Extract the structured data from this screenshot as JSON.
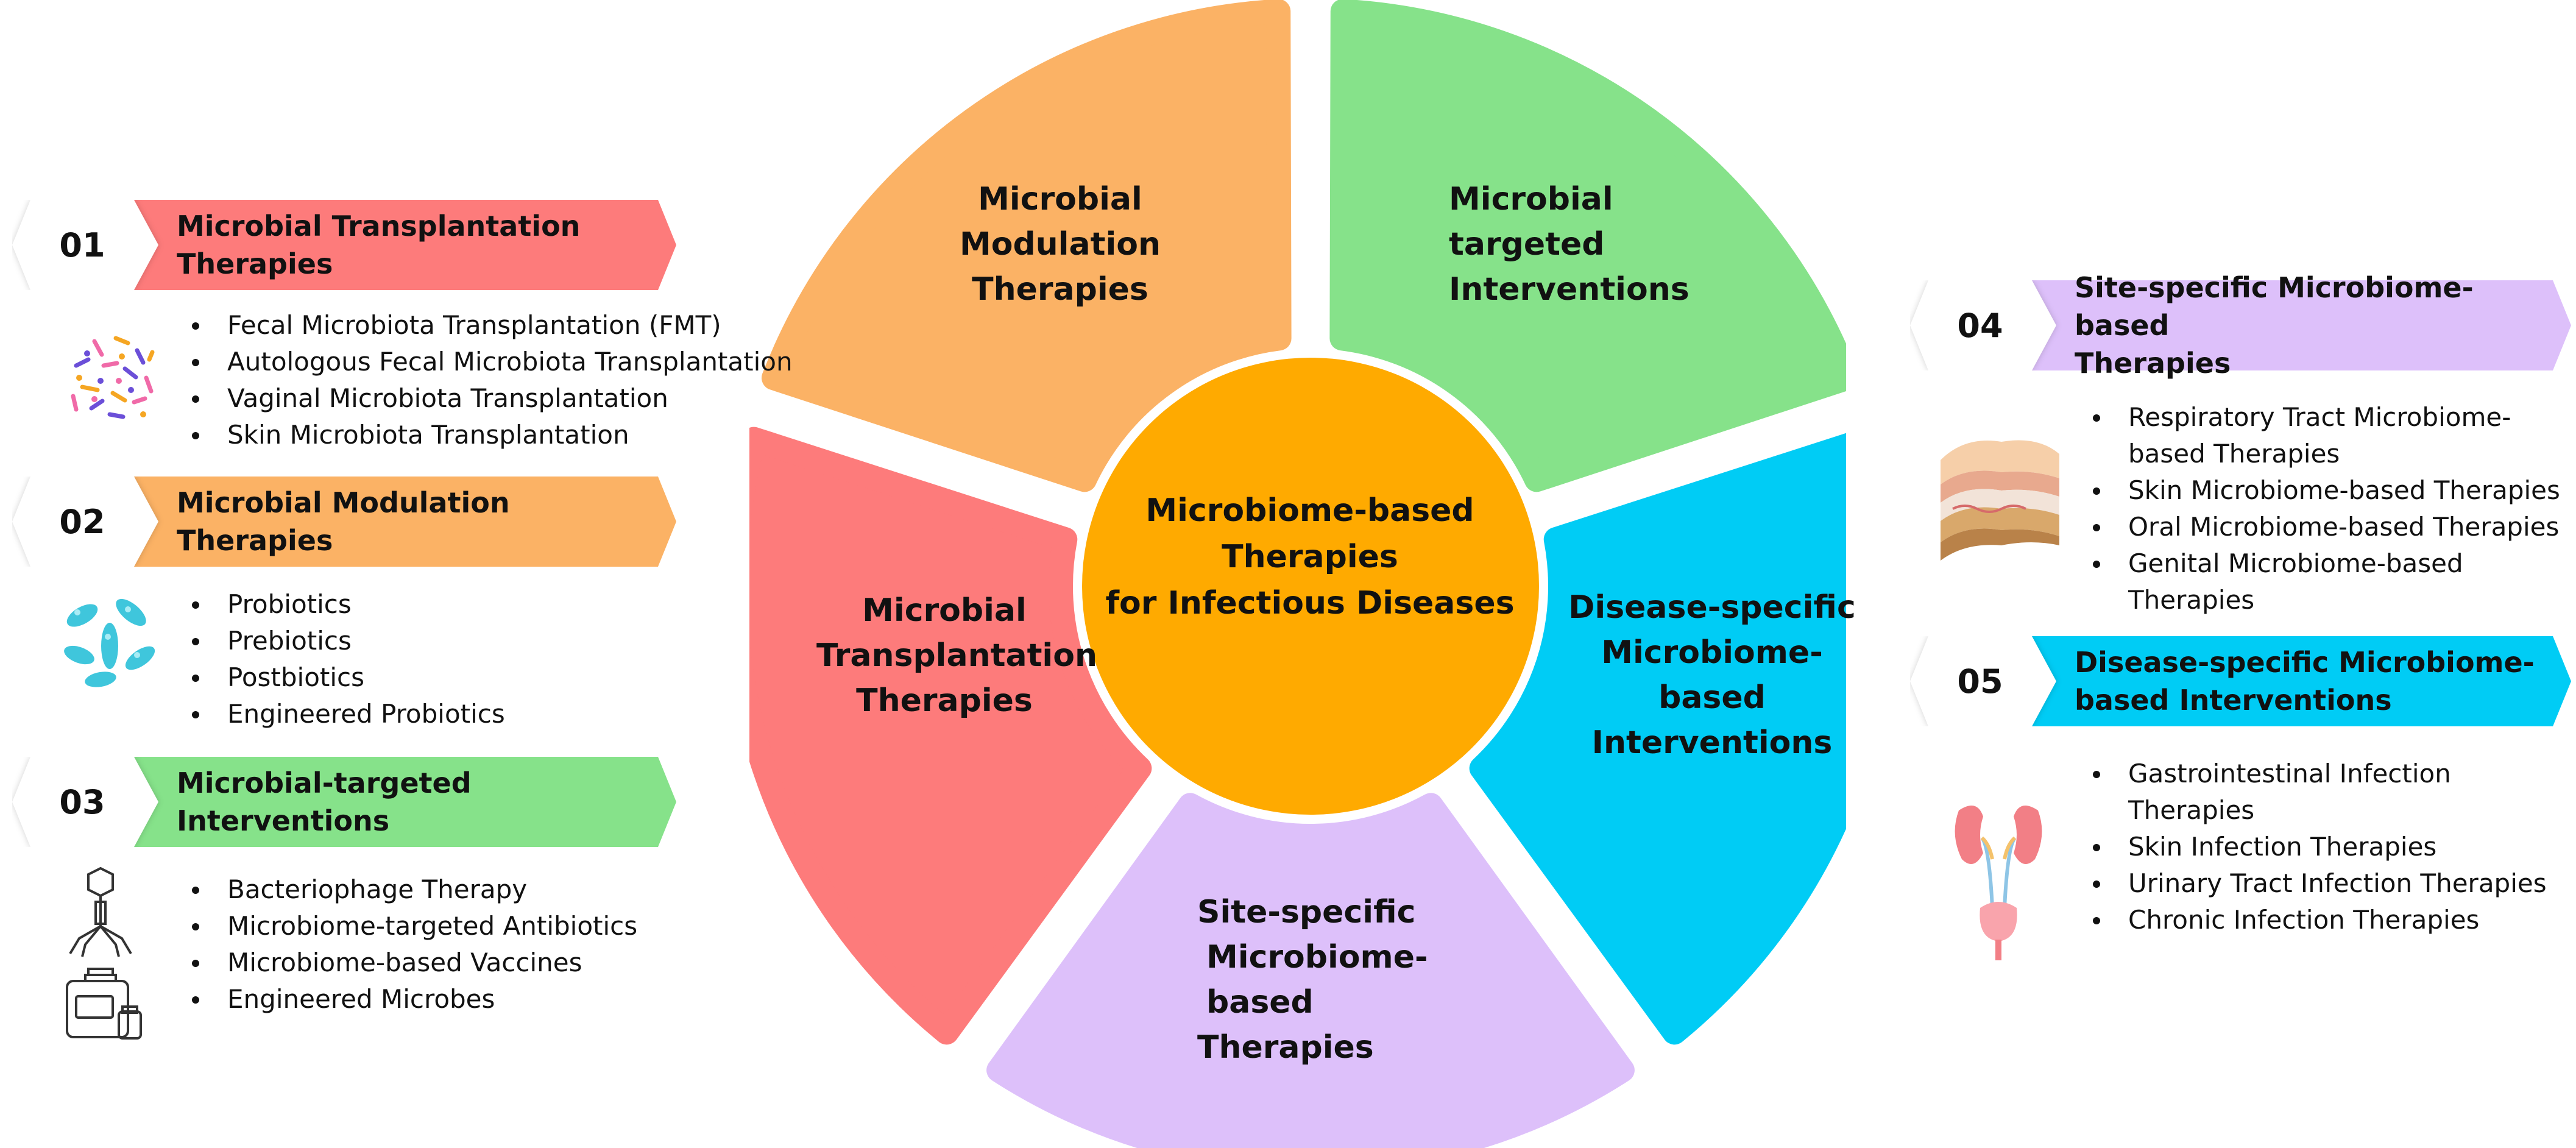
{
  "center": {
    "line1": "Microbiome-based",
    "line2": "Therapies",
    "line3": "for Infectious Diseases",
    "color": "#FFAA00"
  },
  "segments": {
    "modulation": {
      "line1": "Microbial",
      "line2": "Modulation",
      "line3": "Therapies",
      "color": "#FBB265"
    },
    "targeted": {
      "line1": "Microbial",
      "line2": "targeted",
      "line3": "Interventions",
      "color": "#86E28A"
    },
    "disease": {
      "line1": "Disease-specific",
      "line2": "Microbiome-",
      "line3": "based",
      "line4": "Interventions",
      "color": "#00CCF5"
    },
    "site": {
      "line1": "Site-specific",
      "line2": "Microbiome-based",
      "line3": "Therapies",
      "color": "#DDC0FA"
    },
    "transplant": {
      "line1": "Microbial",
      "line2": "Transplantation",
      "line3": "Therapies",
      "color": "#FD7B7B"
    }
  },
  "panels": [
    {
      "num": "01",
      "title1": "Microbial Transplantation",
      "title2": "Therapies",
      "color": "#FD7B7B",
      "icon": "microbiota-icon",
      "items": [
        "Fecal Microbiota Transplantation (FMT)",
        "Autologous Fecal Microbiota Transplantation",
        "Vaginal Microbiota Transplantation",
        "Skin Microbiota Transplantation"
      ]
    },
    {
      "num": "02",
      "title1": "Microbial Modulation Therapies",
      "title2": "",
      "color": "#FBB265",
      "icon": "probiotic-bacteria-icon",
      "items": [
        "Probiotics",
        "Prebiotics",
        "Postbiotics",
        "Engineered Probiotics"
      ]
    },
    {
      "num": "03",
      "title1": "Microbial-targeted Interventions",
      "title2": "",
      "color": "#86E28A",
      "icon": "bacteriophage-and-medicine-bottle-icon",
      "items": [
        "Bacteriophage Therapy",
        "Microbiome-targeted Antibiotics",
        "Microbiome-based Vaccines",
        "Engineered Microbes"
      ]
    },
    {
      "num": "04",
      "title1": "Site-specific Microbiome-based",
      "title2": "Therapies",
      "color": "#DDC0FA",
      "icon": "skin-layers-icon",
      "items": [
        "Respiratory Tract Microbiome-based Therapies",
        "Skin Microbiome-based Therapies",
        "Oral Microbiome-based Therapies",
        "Genital Microbiome-based Therapies"
      ]
    },
    {
      "num": "05",
      "title1": "Disease-specific Microbiome-",
      "title2": "based Interventions",
      "color": "#00CCF5",
      "icon": "kidney-urinary-tract-icon",
      "items": [
        "Gastrointestinal Infection Therapies",
        "Skin Infection Therapies",
        "Urinary Tract Infection Therapies",
        "Chronic Infection Therapies"
      ]
    }
  ]
}
